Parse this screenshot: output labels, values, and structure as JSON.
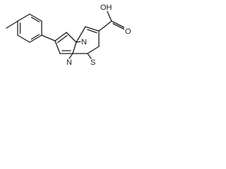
{
  "structure": {
    "atoms": {
      "methyl": "",
      "hydroxyl": "OH",
      "carbonyl_oxygen": "O",
      "ring_nitrogen_bridge": "N",
      "ring_nitrogen_imine": "N",
      "sulfur": "S"
    }
  }
}
